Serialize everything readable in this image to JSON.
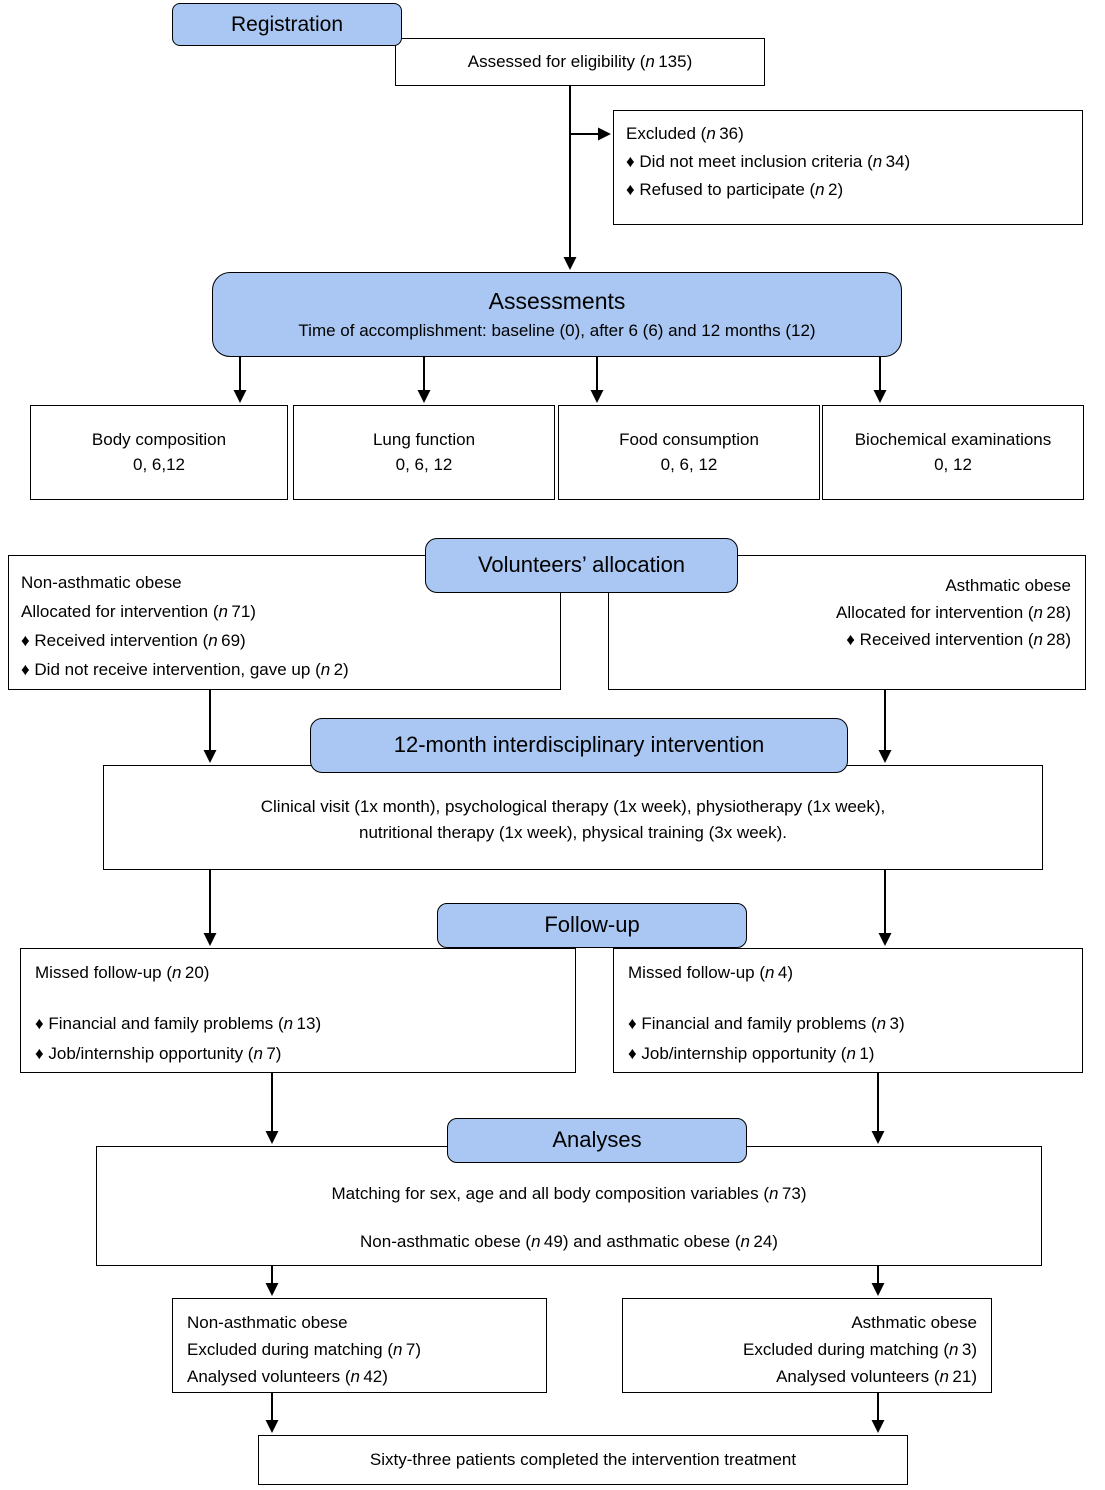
{
  "colors": {
    "node_fill": "#a9c7f2",
    "node_border": "#000000"
  },
  "registration": {
    "label": "Registration"
  },
  "eligibility": {
    "text": "Assessed for eligibility (n135)"
  },
  "excluded": {
    "title": "Excluded (n36)",
    "item1": "♦ Did not meet inclusion criteria (n34)",
    "item2": "♦  Refused to participate (n2)"
  },
  "assessments": {
    "title": "Assessments",
    "subtitle": "Time of accomplishment: baseline (0), after 6 (6) and 12 months (12)"
  },
  "outcomes": [
    {
      "title": "Body composition",
      "times": "0, 6,12"
    },
    {
      "title": "Lung function",
      "times": "0, 6, 12"
    },
    {
      "title": "Food consumption",
      "times": "0, 6, 12"
    },
    {
      "title": "Biochemical examinations",
      "times": "0, 12"
    }
  ],
  "allocation": {
    "title": "Volunteers’ allocation",
    "left": {
      "line1": "Non-asthmatic obese",
      "line2": "Allocated for intervention (n71)",
      "line3": "♦ Received intervention (n69)",
      "line4": "♦ Did not receive intervention, gave up (n2)"
    },
    "right": {
      "line1": "Asthmatic obese",
      "line2": "Allocated for intervention (n28)",
      "line3": "♦  Received intervention (n28)"
    }
  },
  "intervention": {
    "title": "12-month interdisciplinary intervention",
    "line1": "Clinical visit (1x month), psychological therapy (1x week), physiotherapy (1x week),",
    "line2": "nutritional therapy (1x week), physical training (3x week)."
  },
  "followup": {
    "title": "Follow-up",
    "left": {
      "line1": "Missed follow-up (n20)",
      "line2": "♦ Financial and family problems (n13)",
      "line3": "♦ Job/internship opportunity (n7)"
    },
    "right": {
      "line1": "Missed follow-up (n4)",
      "line2": "♦ Financial and family problems (n3)",
      "line3": "♦ Job/internship opportunity (n1)"
    }
  },
  "analyses": {
    "title": "Analyses",
    "line1": "Matching for sex, age and all body composition variables (n73)",
    "line2": "Non-asthmatic obese (n49) and asthmatic obese (n24)"
  },
  "results": {
    "left": {
      "line1": "Non-asthmatic obese",
      "line2": "Excluded during matching (n7)",
      "line3": "Analysed volunteers (n42)"
    },
    "right": {
      "line1": "Asthmatic obese",
      "line2": "Excluded during matching (n3)",
      "line3": "Analysed volunteers (n21)"
    }
  },
  "completion": {
    "text": "Sixty-three patients completed the intervention treatment"
  }
}
